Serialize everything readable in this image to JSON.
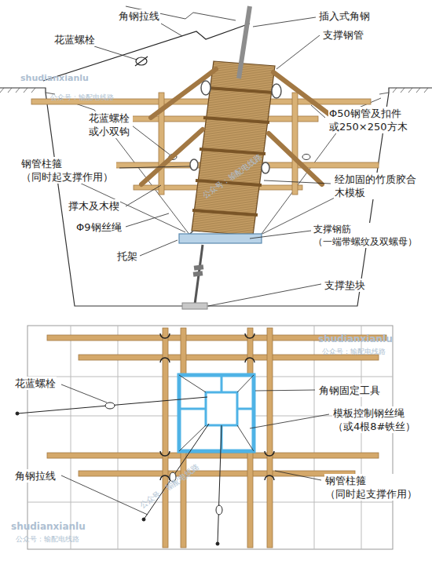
{
  "diagram": {
    "labels": [
      "角钢拉线",
      "插入式角钢",
      "花蓝螺栓",
      "支撑钢管",
      "花蓝螺栓 或小双钩",
      "Φ50钢管及扣件 或250×250方木",
      "钢管柱箍 （同时起支撑作用）",
      "经加固的竹质胶合 木模板",
      "撑木及木楔",
      "Φ9钢丝绳",
      "支撑钢筋 （一端带螺纹及双螺母）",
      "托架",
      "支撑垫块",
      "花蓝螺栓",
      "角钢固定工具",
      "模板控制钢丝绳 （或4根8#铁丝）",
      "角钢拉线",
      "钢管柱箍 （同时起支撑作用）",
      "shudianxianlu",
      "公众号：输配电线路",
      "公众号：输配电线路",
      "shudianxianlu",
      "公众号：输配电线路",
      "shudianxianlu",
      "公众号：输配电线路",
      "公众号：输配电线路"
    ]
  }
}
